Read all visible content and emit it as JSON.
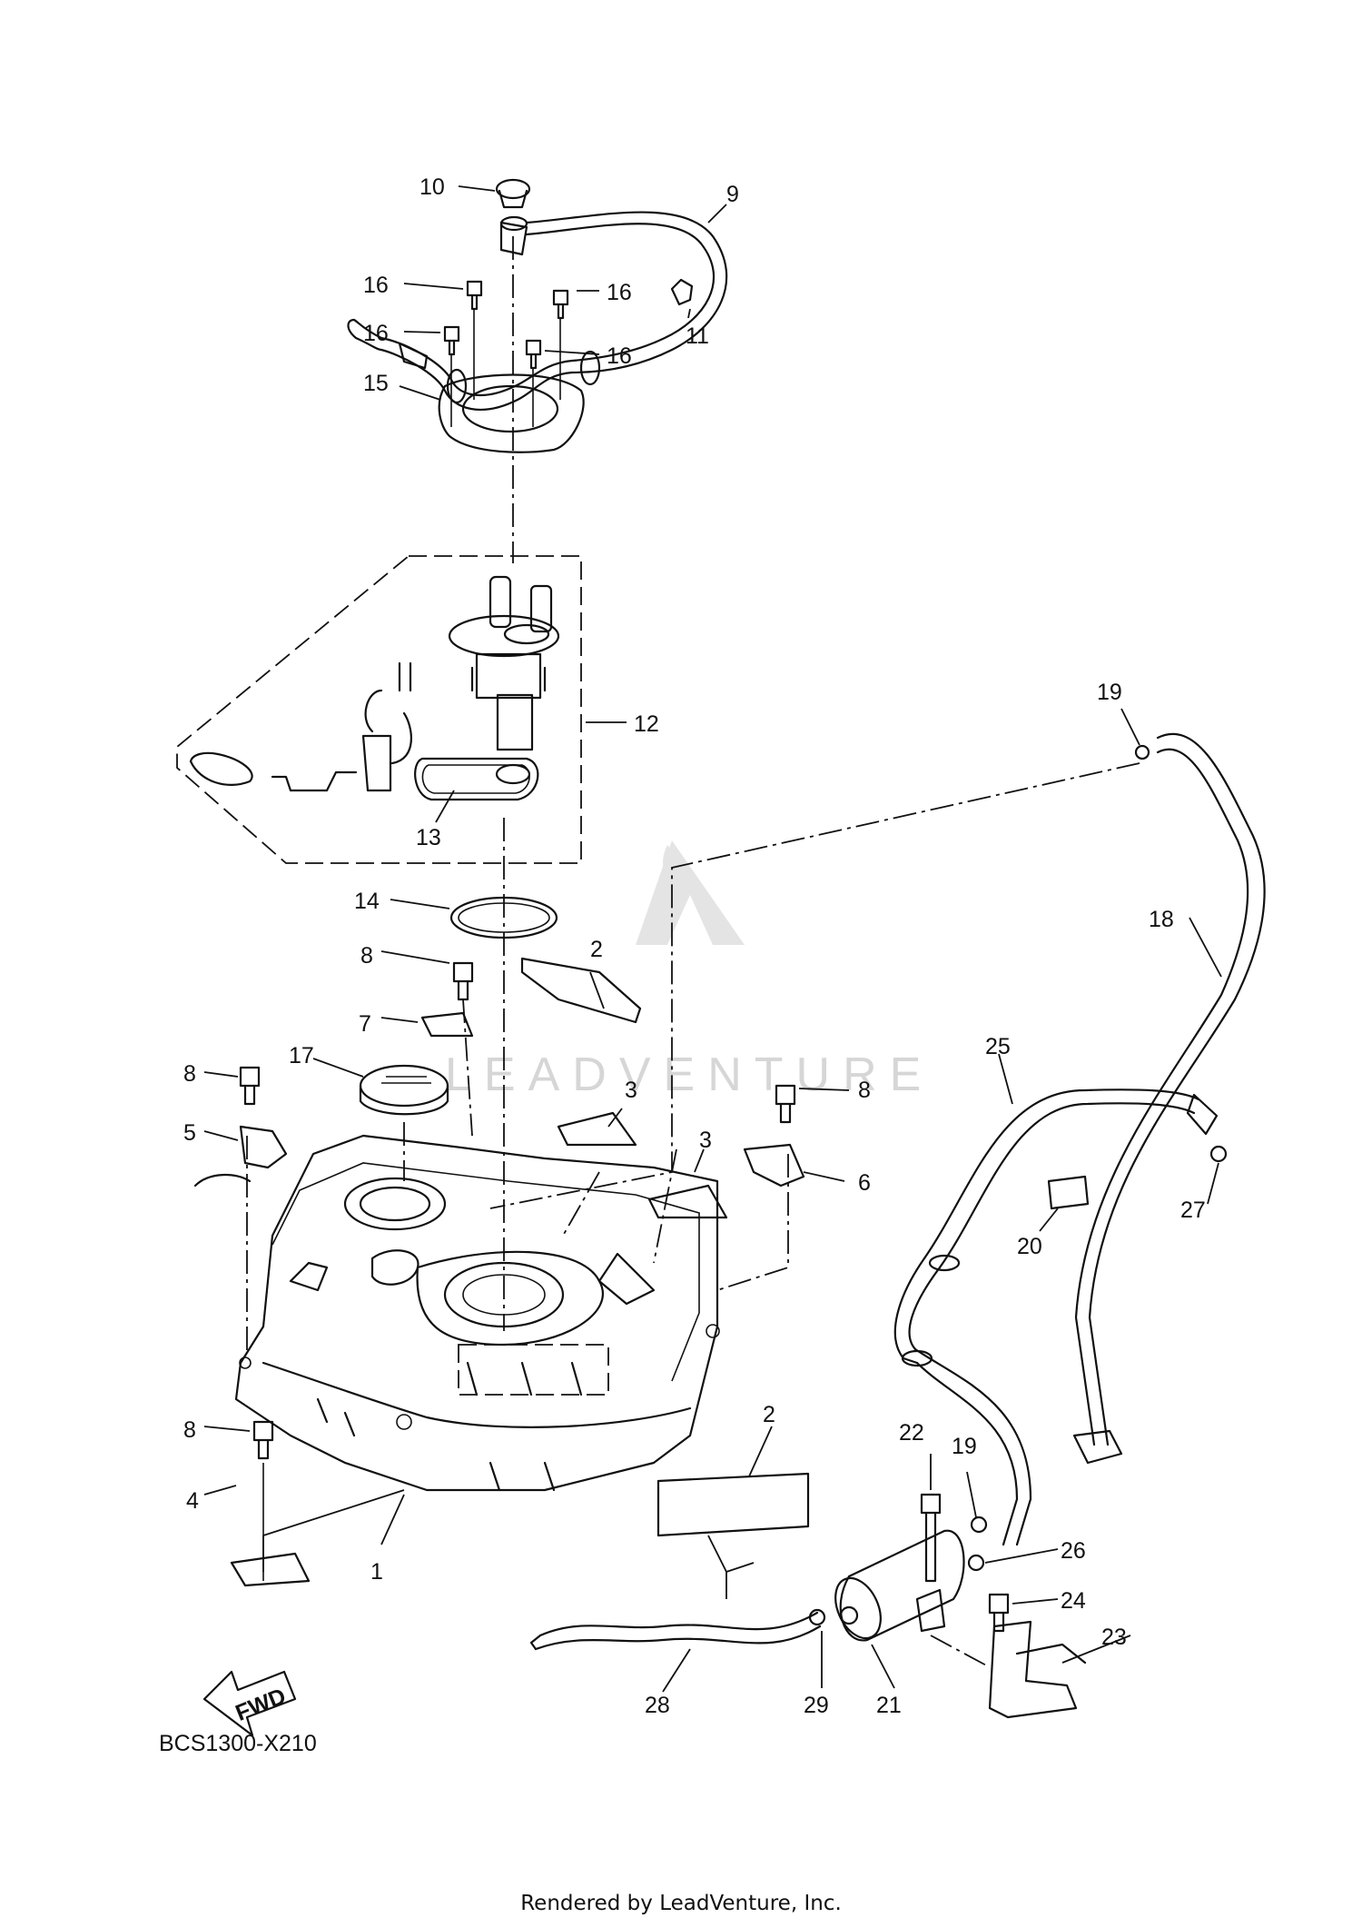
{
  "diagram_code": "BCS1300-X210",
  "footer": "Rendered by LeadVenture, Inc.",
  "watermark": "LEADVENTURE",
  "fwd_label": "FWD",
  "callouts": {
    "c1": "1",
    "c2a": "2",
    "c2b": "2",
    "c3a": "3",
    "c3b": "3",
    "c4": "4",
    "c5": "5",
    "c6": "6",
    "c7": "7",
    "c8a": "8",
    "c8b": "8",
    "c8c": "8",
    "c8d": "8",
    "c9": "9",
    "c10": "10",
    "c11": "11",
    "c12": "12",
    "c13": "13",
    "c14": "14",
    "c15": "15",
    "c16a": "16",
    "c16b": "16",
    "c16c": "16",
    "c16d": "16",
    "c17": "17",
    "c18": "18",
    "c19a": "19",
    "c19b": "19",
    "c20": "20",
    "c21": "21",
    "c22": "22",
    "c23": "23",
    "c24": "24",
    "c25": "25",
    "c26": "26",
    "c27": "27",
    "c28": "28",
    "c29": "29"
  }
}
